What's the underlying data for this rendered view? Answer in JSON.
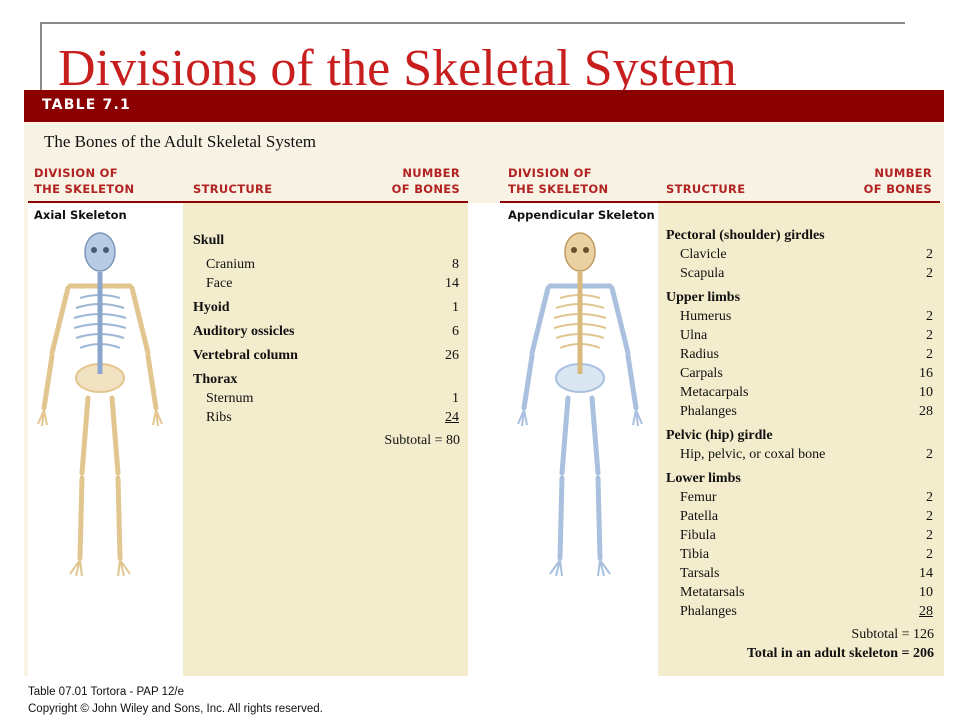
{
  "slide": {
    "title": "Divisions of the Skeletal System"
  },
  "table": {
    "label": "TABLE 7.1",
    "caption": "The Bones of the Adult Skeletal System",
    "headers": {
      "division_1": "DIVISION OF",
      "division_2": "THE SKELETON",
      "structure": "STRUCTURE",
      "number_1": "NUMBER",
      "number_2": "OF BONES"
    },
    "colors": {
      "banner": "#8b0000",
      "header_text": "#b22222",
      "axial_highlight": "#cfe0f2",
      "appendicular_highlight": "#e8cfa0"
    },
    "axial": {
      "division": "Axial Skeleton",
      "rows": [
        {
          "name": "Skull",
          "count": "",
          "bold": true
        },
        {
          "name": "Cranium",
          "count": "8",
          "bold": false
        },
        {
          "name": "Face",
          "count": "14",
          "bold": false
        },
        {
          "name": "Hyoid",
          "count": "1",
          "bold": true
        },
        {
          "name": "Auditory ossicles",
          "count": "6",
          "bold": true
        },
        {
          "name": "Vertebral column",
          "count": "26",
          "bold": true
        },
        {
          "name": "Thorax",
          "count": "",
          "bold": true
        },
        {
          "name": "Sternum",
          "count": "1",
          "bold": false
        },
        {
          "name": "Ribs",
          "count": "24",
          "bold": false
        }
      ],
      "subtotal": "Subtotal = 80"
    },
    "appendicular": {
      "division": "Appendicular Skeleton",
      "rows": [
        {
          "name": "Pectoral (shoulder) girdles",
          "count": "",
          "bold": true
        },
        {
          "name": "Clavicle",
          "count": "2",
          "bold": false
        },
        {
          "name": "Scapula",
          "count": "2",
          "bold": false
        },
        {
          "name": "Upper limbs",
          "count": "",
          "bold": true
        },
        {
          "name": "Humerus",
          "count": "2",
          "bold": false
        },
        {
          "name": "Ulna",
          "count": "2",
          "bold": false
        },
        {
          "name": "Radius",
          "count": "2",
          "bold": false
        },
        {
          "name": "Carpals",
          "count": "16",
          "bold": false
        },
        {
          "name": "Metacarpals",
          "count": "10",
          "bold": false
        },
        {
          "name": "Phalanges",
          "count": "28",
          "bold": false
        },
        {
          "name": "Pelvic (hip) girdle",
          "count": "",
          "bold": true
        },
        {
          "name": "Hip, pelvic, or coxal bone",
          "count": "2",
          "bold": false
        },
        {
          "name": "Lower limbs",
          "count": "",
          "bold": true
        },
        {
          "name": "Femur",
          "count": "2",
          "bold": false
        },
        {
          "name": "Patella",
          "count": "2",
          "bold": false
        },
        {
          "name": "Fibula",
          "count": "2",
          "bold": false
        },
        {
          "name": "Tibia",
          "count": "2",
          "bold": false
        },
        {
          "name": "Tarsals",
          "count": "14",
          "bold": false
        },
        {
          "name": "Metatarsals",
          "count": "10",
          "bold": false
        },
        {
          "name": "Phalanges",
          "count": "28",
          "bold": false
        }
      ],
      "subtotal": "Subtotal = 126",
      "total": "Total in an adult skeleton = 206"
    }
  },
  "footer": {
    "line1": "Table 07.01  Tortora - PAP 12/e",
    "line2": "Copyright © John Wiley and Sons, Inc. All rights reserved."
  }
}
